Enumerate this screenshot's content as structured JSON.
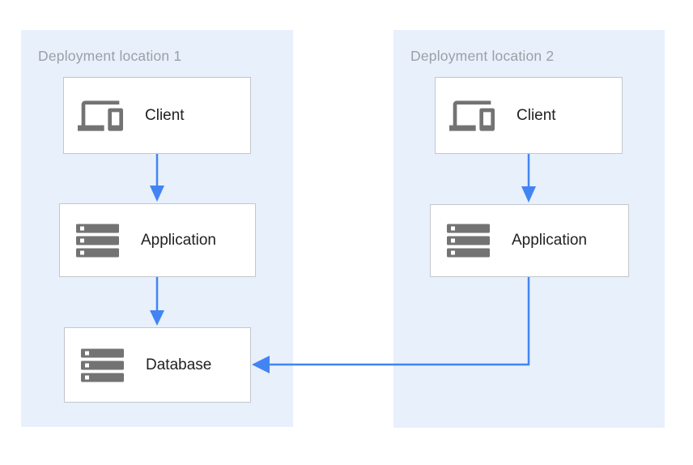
{
  "diagram": {
    "colors": {
      "arrow": "#4284f4",
      "panel_bg": "#e8f0fb",
      "title_text": "#9aa0a6",
      "node_text": "#202124",
      "icon_gray": "#737373",
      "node_border": "#c2c7cc",
      "node_bg": "#ffffff"
    },
    "locations": [
      {
        "title": "Deployment location 1",
        "nodes": [
          {
            "label": "Client",
            "icon": "devices-icon"
          },
          {
            "label": "Application",
            "icon": "server-stack-icon"
          },
          {
            "label": "Database",
            "icon": "server-stack-icon"
          }
        ]
      },
      {
        "title": "Deployment location 2",
        "nodes": [
          {
            "label": "Client",
            "icon": "devices-icon"
          },
          {
            "label": "Application",
            "icon": "server-stack-icon"
          }
        ]
      }
    ],
    "connections": [
      {
        "from": "Client (location 1)",
        "to": "Application (location 1)"
      },
      {
        "from": "Application (location 1)",
        "to": "Database (location 1)"
      },
      {
        "from": "Client (location 2)",
        "to": "Application (location 2)"
      },
      {
        "from": "Application (location 2)",
        "to": "Database (location 1)"
      }
    ]
  }
}
